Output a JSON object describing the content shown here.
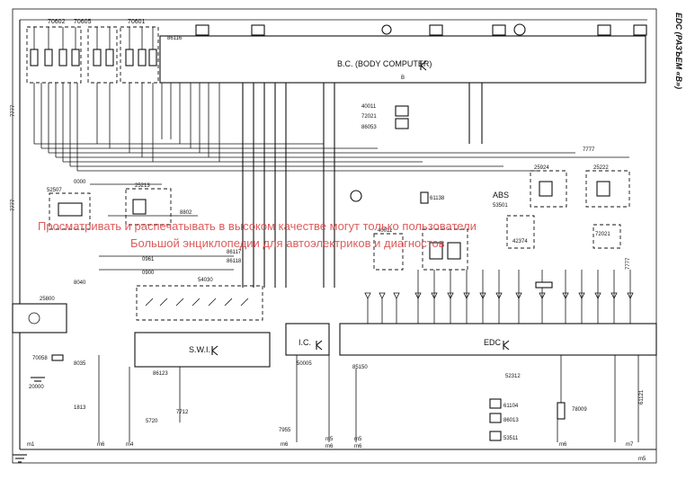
{
  "side_title": "EDC (РАЗЪЕМ «В»)",
  "watermark": {
    "line1": "Просматривать и распечатывать в высоком качестве могут только пользователи",
    "line2": "Большой энциклопедии для автоэлектриков и диагностов"
  },
  "blocks": {
    "bc": "B.C. (BODY COMPUTER)",
    "swi": "S.W.I.",
    "ic": "I.C.",
    "edc": "EDC",
    "abs": "ABS",
    "b": "B"
  },
  "parts": {
    "p70602": "70602",
    "p70605": "70605",
    "p70601": "70601",
    "p86116": "86116",
    "p52507": "52507",
    "p25213": "25213",
    "p54030": "54030",
    "p86117": "86117",
    "p86118": "86118",
    "p25800": "25800",
    "p70058": "70058",
    "p20000": "20000",
    "p86123": "86123",
    "p50005": "50005",
    "p85150": "85150",
    "p40011": "40011",
    "p72021": "72021",
    "p86053": "86053",
    "p61138": "61138",
    "p53501": "53501",
    "p25924": "25924",
    "p25222": "25222",
    "p42374": "42374",
    "p40011b": "40011",
    "p52312": "52312",
    "p61104": "61104",
    "p86013": "86013",
    "p53511": "53511",
    "p78009": "78009",
    "p61121": "61121",
    "p72021b": "72021"
  },
  "wire_codes": {
    "w7777a": "7777",
    "w7777b": "7777",
    "w7777c": "7777",
    "w7777d": "7777",
    "w0000": "0000",
    "w8802": "8802",
    "w0961": "0961",
    "w0900": "0900",
    "w8040": "8040",
    "w8035": "8035",
    "w1813": "1813",
    "w7712": "7712",
    "w5720": "5720",
    "w7955": "7955"
  },
  "grounds": {
    "m1": "m1",
    "m6a": "m6",
    "m4": "m4",
    "m6b": "m6",
    "m5": "m5",
    "m6c": "m6",
    "m5b": "m5",
    "m6d": "m6",
    "m6e": "m6",
    "m7": "m7",
    "m5c": "m5"
  }
}
